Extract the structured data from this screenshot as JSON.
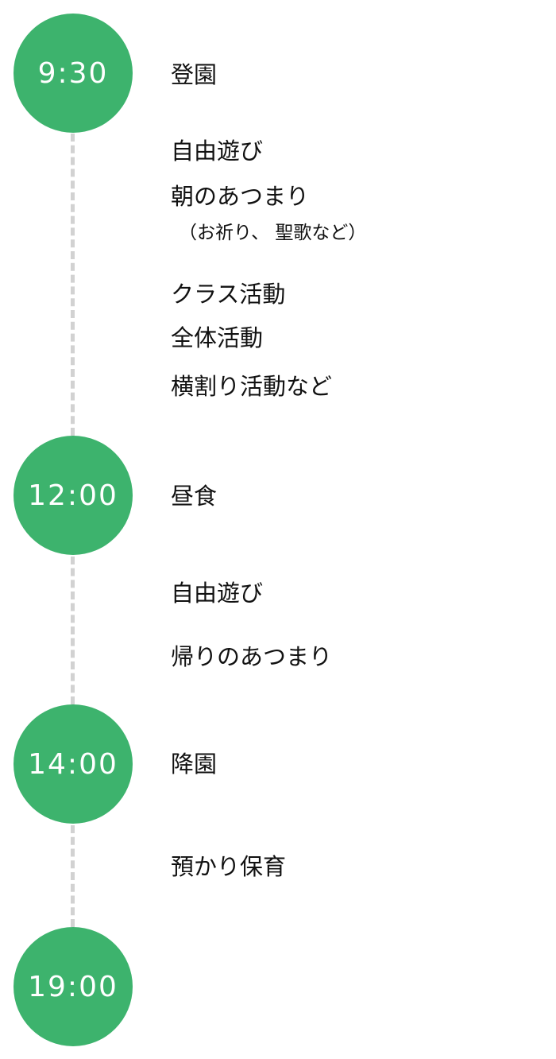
{
  "colors": {
    "accent": "#3db36d",
    "connector": "#d2d2d2",
    "text": "#111111"
  },
  "schedule": {
    "times": [
      "9:30",
      "12:00",
      "14:00",
      "19:00"
    ],
    "activities": [
      "登園",
      "自由遊び",
      "朝のあつまり",
      "（お祈り、 聖歌など）",
      "クラス活動",
      "全体活動",
      "横割り活動など",
      "昼食",
      "自由遊び",
      "帰りのあつまり",
      "降園",
      "預かり保育"
    ]
  }
}
